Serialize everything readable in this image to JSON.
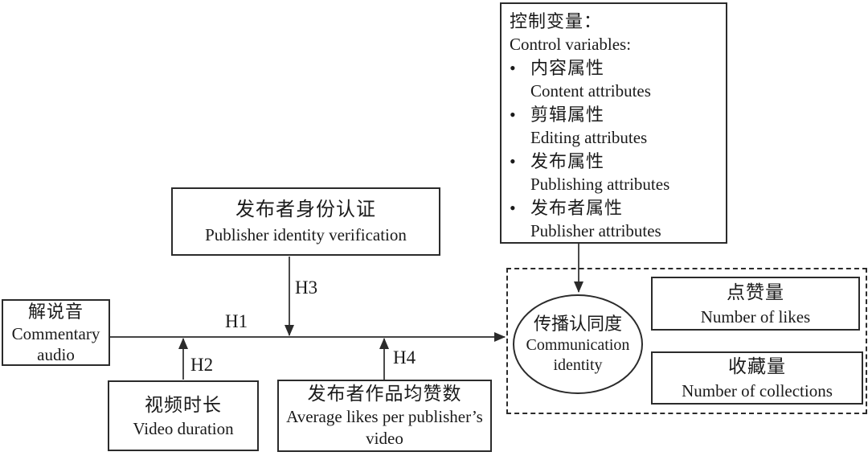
{
  "colors": {
    "text": "#1a1a1a",
    "line": "#2b2b2b",
    "background": "#ffffff"
  },
  "control_box": {
    "title_zh": "控制变量：",
    "title_en": "Control variables:",
    "bullet_glyph": "•",
    "items": [
      {
        "zh": "内容属性",
        "en": "Content attributes"
      },
      {
        "zh": "剪辑属性",
        "en": "Editing attributes"
      },
      {
        "zh": "发布属性",
        "en": "Publishing attributes"
      },
      {
        "zh": "发布者属性",
        "en": "Publisher attributes"
      }
    ]
  },
  "nodes": {
    "publisher_verification": {
      "zh": "发布者身份认证",
      "en": "Publisher identity verification"
    },
    "commentary_audio": {
      "zh": "解说音",
      "en": "Commentary audio"
    },
    "video_duration": {
      "zh": "视频时长",
      "en": "Video duration"
    },
    "avg_likes": {
      "zh": "发布者作品均赞数",
      "en": "Average likes per publisher’s video"
    },
    "communication_identity": {
      "zh": "传播认同度",
      "en": "Communication identity"
    },
    "likes": {
      "zh": "点赞量",
      "en": "Number of likes"
    },
    "collections": {
      "zh": "收藏量",
      "en": "Number of collections"
    }
  },
  "labels": {
    "h1": "H1",
    "h2": "H2",
    "h3": "H3",
    "h4": "H4"
  }
}
